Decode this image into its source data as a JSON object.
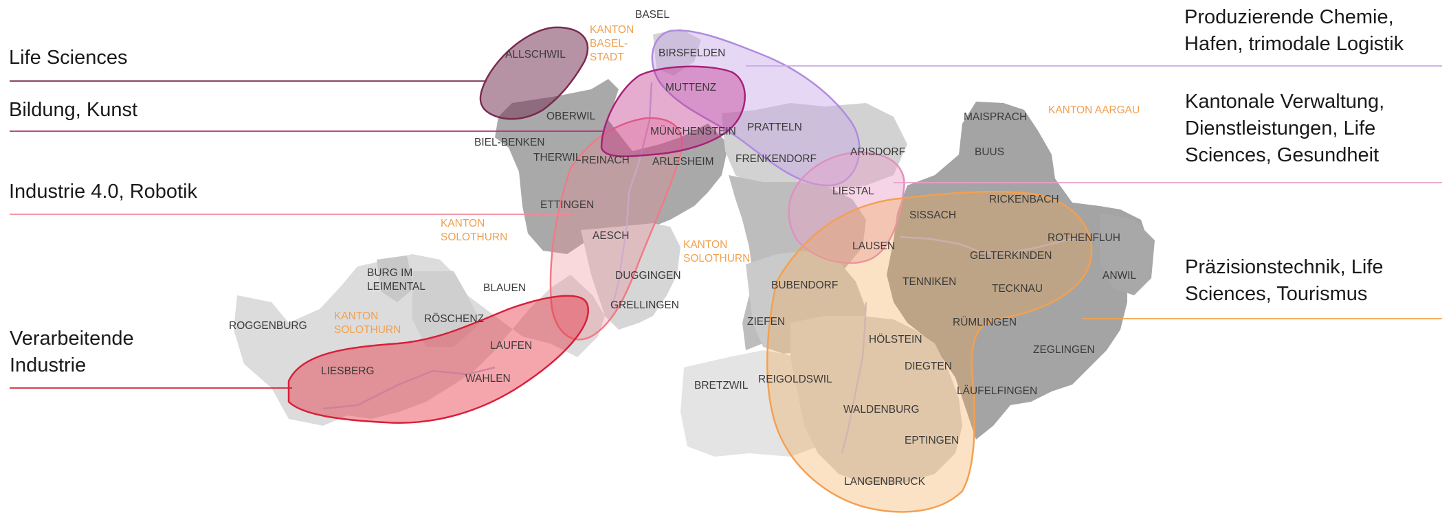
{
  "annotations": {
    "life_sciences": "Life Sciences",
    "bildung": "Bildung, Kunst",
    "industrie": "Industrie 4.0, Robotik",
    "verarbeitende": "Verarbeitende\nIndustrie",
    "chemie": "Produzierende Chemie,\nHafen, trimodale Logistik",
    "verwaltung": "Kantonale Verwaltung,\nDienstleistungen, Life\nSciences, Gesundheit",
    "praezision": "Präzisionstechnik, Life\nSciences, Tourismus"
  },
  "cantons": {
    "basel_stadt": [
      "KANTON",
      "BASEL-",
      "STADT"
    ],
    "aargau": "KANTON AARGAU",
    "solothurn_1": [
      "KANTON",
      "SOLOTHURN"
    ],
    "solothurn_2": [
      "KANTON",
      "SOLOTHURN"
    ],
    "solothurn_3": [
      "KANTON",
      "SOLOTHURN"
    ]
  },
  "towns": {
    "basel": "BASEL",
    "allschwil": "ALLSCHWIL",
    "birsfelden": "BIRSFELDEN",
    "muttenz": "MUTTENZ",
    "oberwil": "OBERWIL",
    "muenchenstein": "MÜNCHENSTEIN",
    "pratteln": "PRATTELN",
    "biel_benken": "BIEL-BENKEN",
    "therwil": "THERWIL",
    "reinach": "REINACH",
    "arlesheim": "ARLESHEIM",
    "frenkendorf": "FRENKENDORF",
    "arisdorf": "ARISDORF",
    "maisprach": "MAISPRACH",
    "buus": "BUUS",
    "liestal": "LIESTAL",
    "rickenbach": "RICKENBACH",
    "ettingen": "ETTINGEN",
    "sissach": "SISSACH",
    "aesch": "AESCH",
    "lausen": "LAUSEN",
    "rothenfluh": "ROTHENFLUH",
    "gelterkinden": "GELTERKINDEN",
    "anwil": "ANWIL",
    "burg_line1": "BURG IM",
    "burg_line2": "LEIMENTAL",
    "blauen": "BLAUEN",
    "duggingen": "DUGGINGEN",
    "bubendorf": "BUBENDORF",
    "tenniken": "TENNIKEN",
    "tecknau": "TECKNAU",
    "grellingen": "GRELLINGEN",
    "roggenburg": "ROGGENBURG",
    "roeschenz": "RÖSCHENZ",
    "ziefen": "ZIEFEN",
    "ruemlingen": "RÜMLINGEN",
    "laufen": "LAUFEN",
    "hoelstein": "HÖLSTEIN",
    "zeglingen": "ZEGLINGEN",
    "liesberg": "LIESBERG",
    "diegten": "DIEGTEN",
    "wahlen": "WAHLEN",
    "bretzwil": "BRETZWIL",
    "reigoldswil": "REIGOLDSWIL",
    "laeufelfingen": "LÄUFELFINGEN",
    "waldenburg": "WALDENBURG",
    "eptingen": "EPTINGEN",
    "langenbruck": "LANGENBRUCK"
  },
  "colors": {
    "life_sciences": "#7a3a5a",
    "bildung": "#b0307a",
    "industrie": "#f08a96",
    "verarbeitende": "#d82a3a",
    "chemie": "#c8a8e8",
    "verwaltung": "#e8a0c8",
    "praezision": "#f5a54a",
    "kanton_label": "#f0a050",
    "map_dark": "#a8a8a8",
    "map_mid": "#c8c8c8",
    "map_light": "#e2e2e2"
  }
}
